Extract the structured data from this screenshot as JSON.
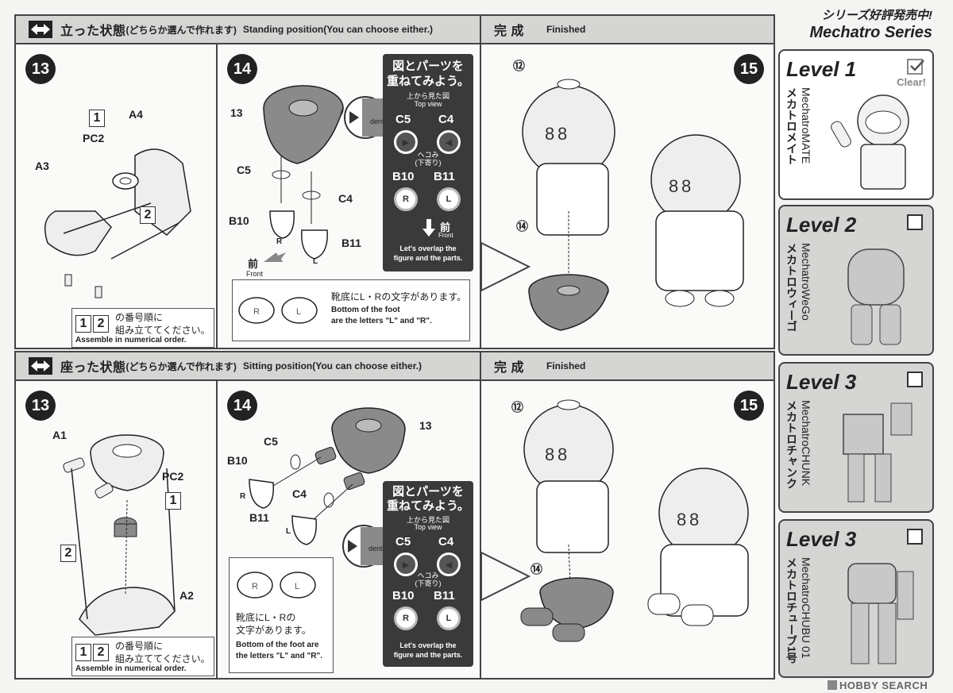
{
  "sections": [
    {
      "header_jp": "立った状態",
      "header_jp_sub": "(どちらか選んで作れます)",
      "header_en": "Standing position(You can choose either.)",
      "finished_jp": "完 成",
      "finished_en": "Finished",
      "step_a": "13",
      "step_b": "14",
      "step_c": "15",
      "labels_a": [
        "A4",
        "PC2",
        "A3"
      ],
      "boxes_a": [
        "1",
        "2"
      ],
      "note_a_jp1": "の番号順に",
      "note_a_jp2": "組み立ててください。",
      "note_a_en": "Assemble in numerical order.",
      "labels_b": [
        "13",
        "C5",
        "C4",
        "B10",
        "B11",
        "R",
        "L"
      ],
      "front_jp": "前",
      "front_en": "Front",
      "foot_note_jp": "靴底にL・Rの文字があります。",
      "foot_note_en1": "Bottom of the foot",
      "foot_note_en2": "are the letters \"L\" and \"R\".",
      "callout_tag": "12",
      "callout_tag2": "14"
    },
    {
      "header_jp": "座った状態",
      "header_jp_sub": "(どちらか選んで作れます)",
      "header_en": "Sitting position(You can choose either.)",
      "finished_jp": "完 成",
      "finished_en": "Finished",
      "step_a": "13",
      "step_b": "14",
      "step_c": "15",
      "labels_a": [
        "A1",
        "PC2",
        "A2"
      ],
      "boxes_a": [
        "1",
        "2"
      ],
      "note_a_jp1": "の番号順に",
      "note_a_jp2": "組み立ててください。",
      "note_a_en": "Assemble in numerical order.",
      "labels_b": [
        "13",
        "C5",
        "C4",
        "B10",
        "B11",
        "R",
        "L"
      ],
      "foot_note_jp1": "靴底にL・Rの",
      "foot_note_jp2": "文字があります。",
      "foot_note_en1": "Bottom of the foot are",
      "foot_note_en2": "the letters \"L\" and \"R\".",
      "callout_tag": "12",
      "callout_tag2": "14"
    }
  ],
  "overlap_box": {
    "title1": "図とパーツを",
    "title2": "重ねてみよう。",
    "top_jp": "上から見た図",
    "top_en": "Top view",
    "dent": "dent",
    "c5": "C5",
    "c4": "C4",
    "hekomi1": "ヘコみ",
    "hekomi2": "(下寄り)",
    "b10": "B10",
    "b11": "B11",
    "r": "R",
    "l": "L",
    "front_jp": "前",
    "front_en": "Front",
    "msg1": "Let's overlap the",
    "msg2": "figure and the parts."
  },
  "series": {
    "jp": "シリーズ好評発売中!",
    "en": "Mechatro Series",
    "levels": [
      {
        "title": "Level 1",
        "name_jp": "メカトロメイト",
        "name_en": "MechatroMATE",
        "clear": "Clear!"
      },
      {
        "title": "Level 2",
        "name_jp": "メカトロウィーゴ",
        "name_en": "MechatroWeGo"
      },
      {
        "title": "Level 3",
        "name_jp": "メカトロチャンク",
        "name_en": "MechatroCHUNK"
      },
      {
        "title": "Level 3",
        "name_jp": "メカトロチューブ1号",
        "name_en": "MechatroCHUBU 01"
      }
    ]
  },
  "watermark": "HOBBY SEARCH",
  "colors": {
    "dark": "#3a3a3a",
    "gray": "#d5d5d3",
    "part_gray": "#8a8a8a"
  }
}
